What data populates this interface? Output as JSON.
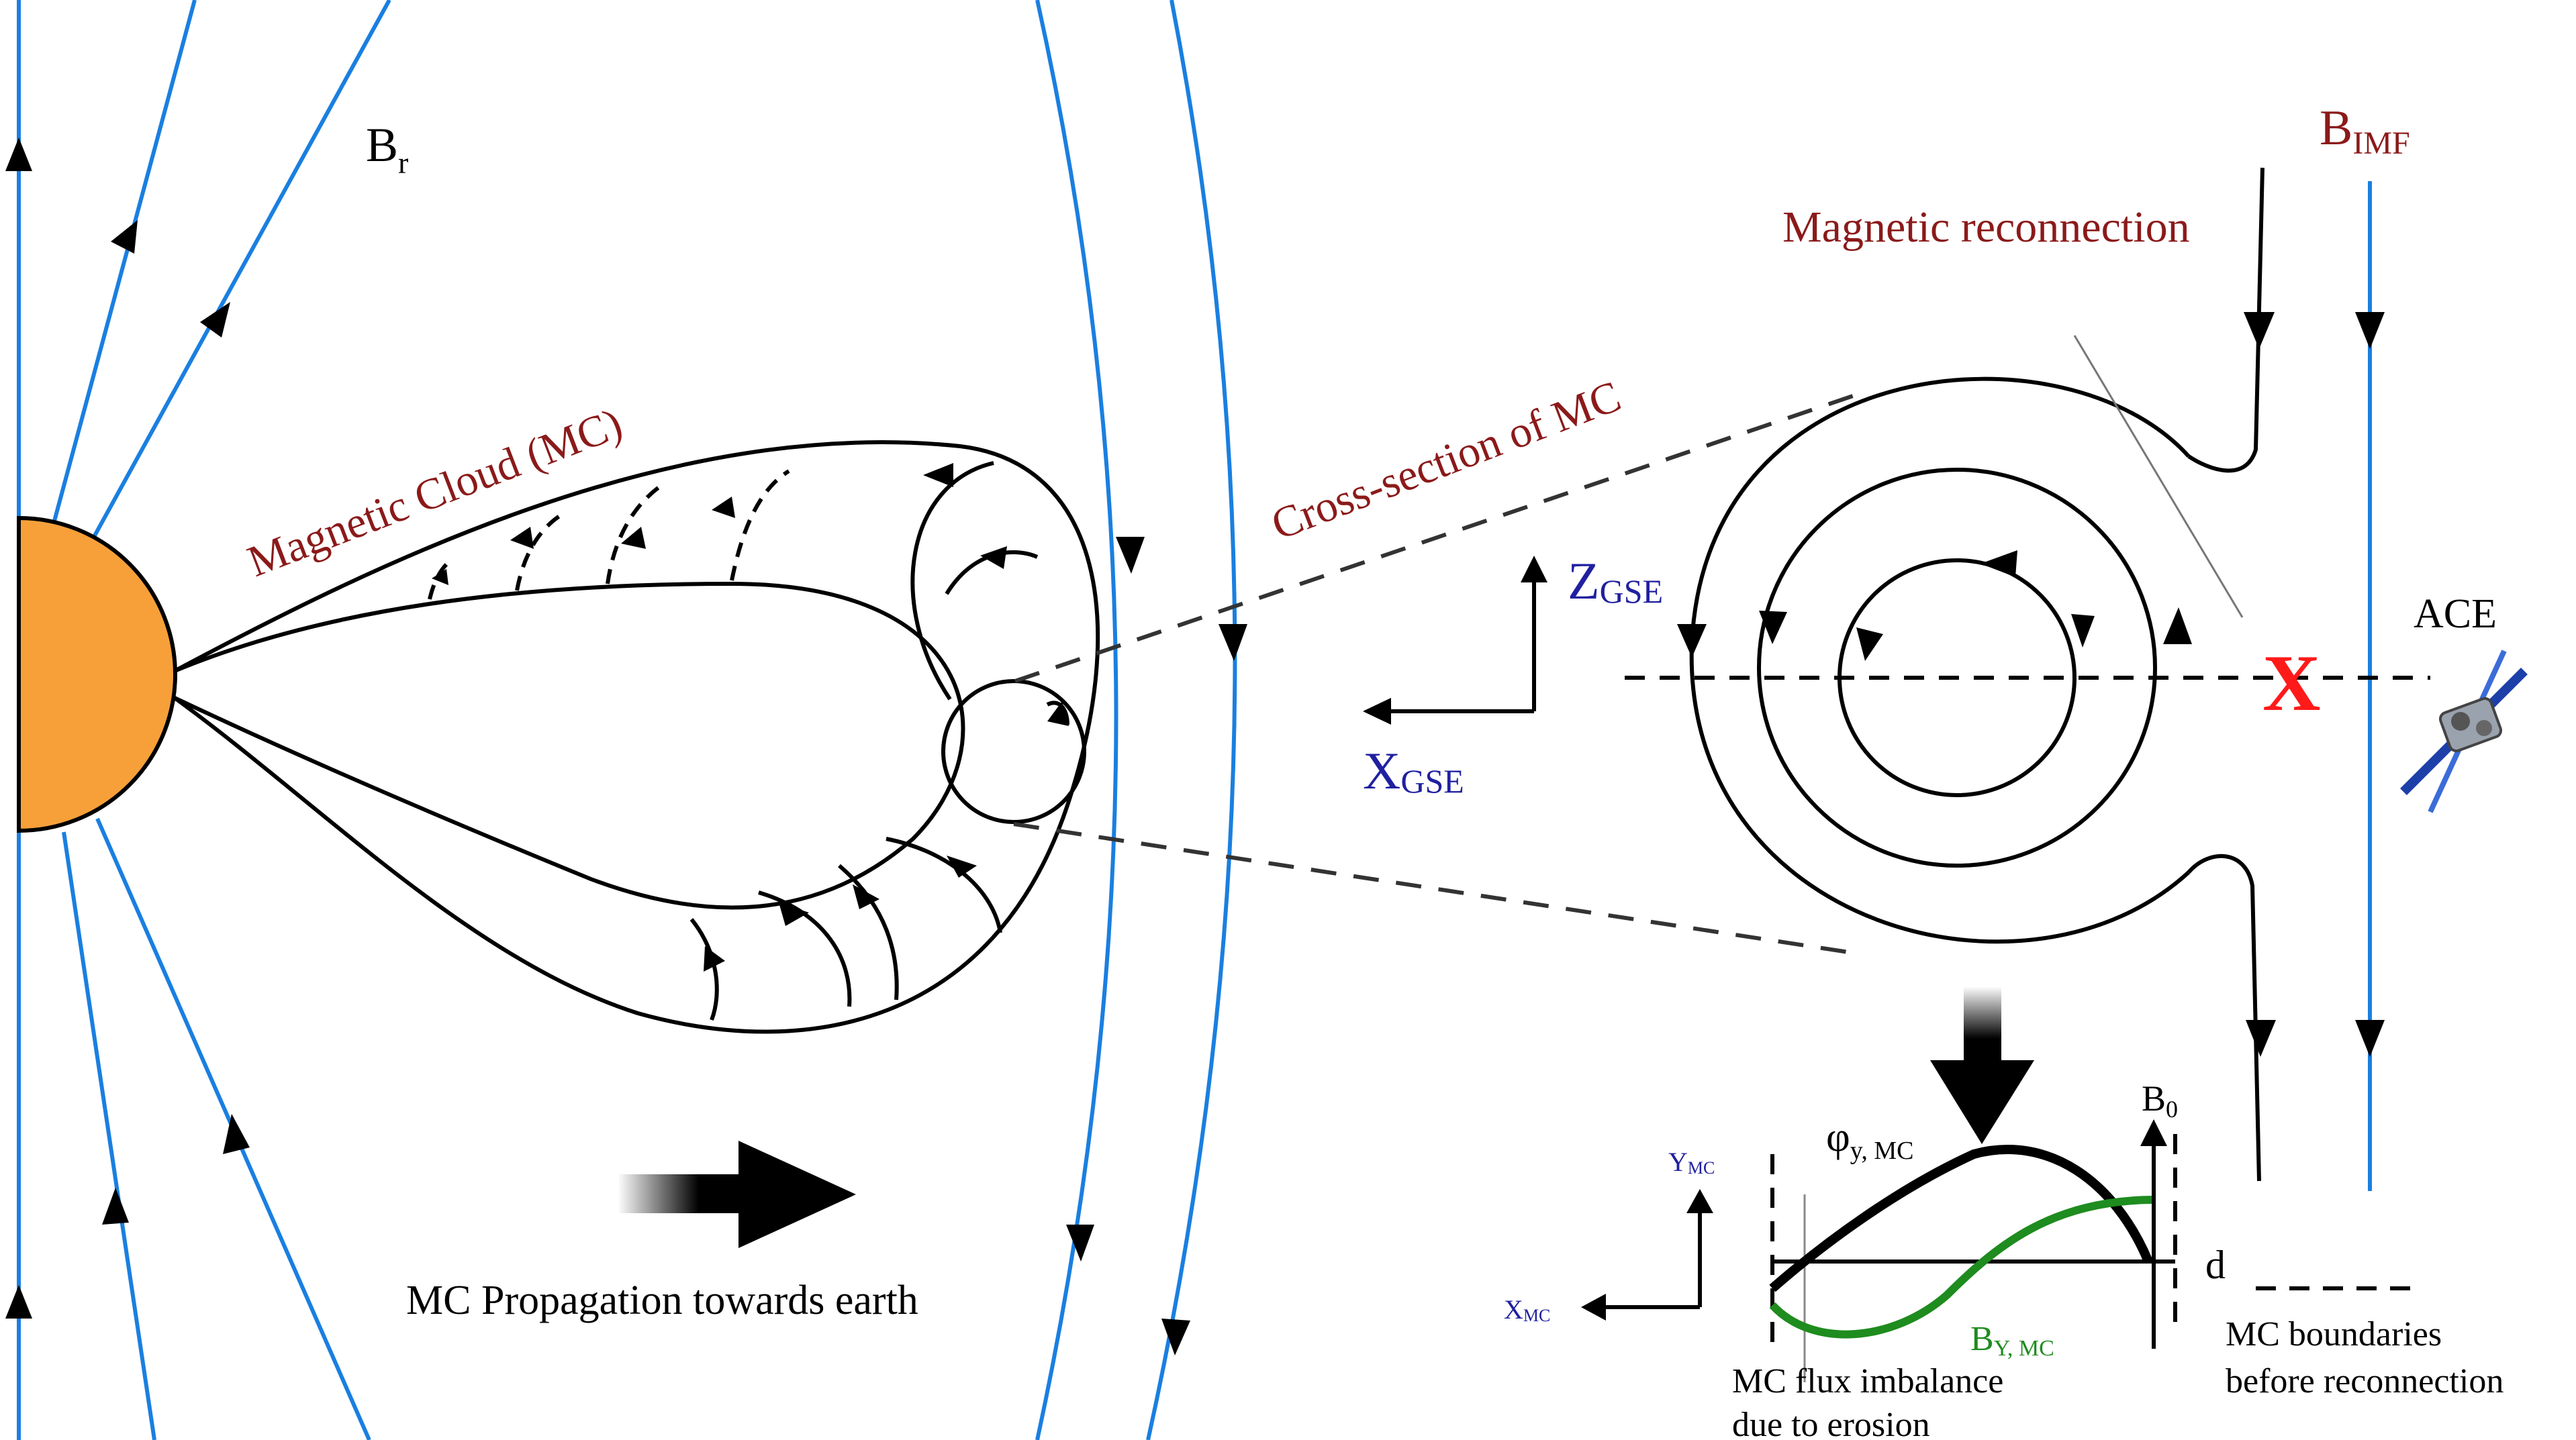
{
  "labels": {
    "br_main": "B",
    "br_sub": "r",
    "magnetic_cloud": "Magnetic Cloud (MC)",
    "cross_section": "Cross-section of MC",
    "bimf_main": "B",
    "bimf_sub": "IMF",
    "magnetic_reconnection": "Magnetic reconnection",
    "zgse_main": "Z",
    "zgse_sub": "GSE",
    "xgse_main": "X",
    "xgse_sub": "GSE",
    "reconnection_x": "X",
    "ace": "ACE",
    "propagation": "MC Propagation towards earth",
    "b0_main": "B",
    "b0_sub": "0",
    "phi_main": "φ",
    "phi_sub": "y, MC",
    "ymc_main": "Y",
    "ymc_sub": "MC",
    "xmc_main": "X",
    "xmc_sub": "MC",
    "d_label": "d",
    "by_main": "B",
    "by_sub": "Y, MC",
    "flux_imbalance_1": "MC flux imbalance",
    "flux_imbalance_2": "due to erosion",
    "boundaries_1": "MC boundaries",
    "boundaries_2": "before reconnection"
  },
  "colors": {
    "field_line": "#1a7fe0",
    "sun": "#f7a03a",
    "dark_red_text": "#8b1a1a",
    "axis_blue": "#2020a0",
    "reconnection_red": "#ff1a1a",
    "by_curve": "#1e8c1e"
  }
}
